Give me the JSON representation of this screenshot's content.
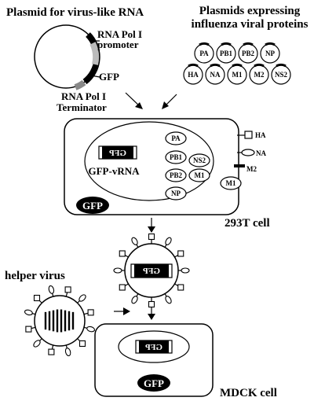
{
  "header": {
    "left_title": "Plasmid for virus-like RNA",
    "right_title_line1": "Plasmids expressing",
    "right_title_line2": "influenza viral proteins"
  },
  "plasmid": {
    "promoter_line1": "RNA Pol I",
    "promoter_line2": "promoter",
    "gfp_label": "GFP",
    "terminator_line1": "RNA Pol I",
    "terminator_line2": "Terminator"
  },
  "protein_plasmids": [
    "PA",
    "PB1",
    "PB2",
    "NP",
    "HA",
    "NA",
    "M1",
    "M2",
    "NS2"
  ],
  "cell_293t": {
    "nucleus_proteins": [
      "PA",
      "PB1",
      "PB2",
      "NP",
      "NS2",
      "M1"
    ],
    "gfp_vrna_label": "GFP-vRNA",
    "gene_box_text": "GFP",
    "cytoplasm_m1": "M1",
    "membrane_labels": {
      "ha": "HA",
      "na": "NA",
      "m2": "M2"
    },
    "gfp_badge": "GFP",
    "cell_label": "293T cell"
  },
  "virion": {
    "gene_text": "GFP"
  },
  "helper": {
    "label": "helper virus"
  },
  "mdck": {
    "gene_text": "GFP",
    "gfp_badge": "GFP",
    "cell_label": "MDCK cell"
  }
}
